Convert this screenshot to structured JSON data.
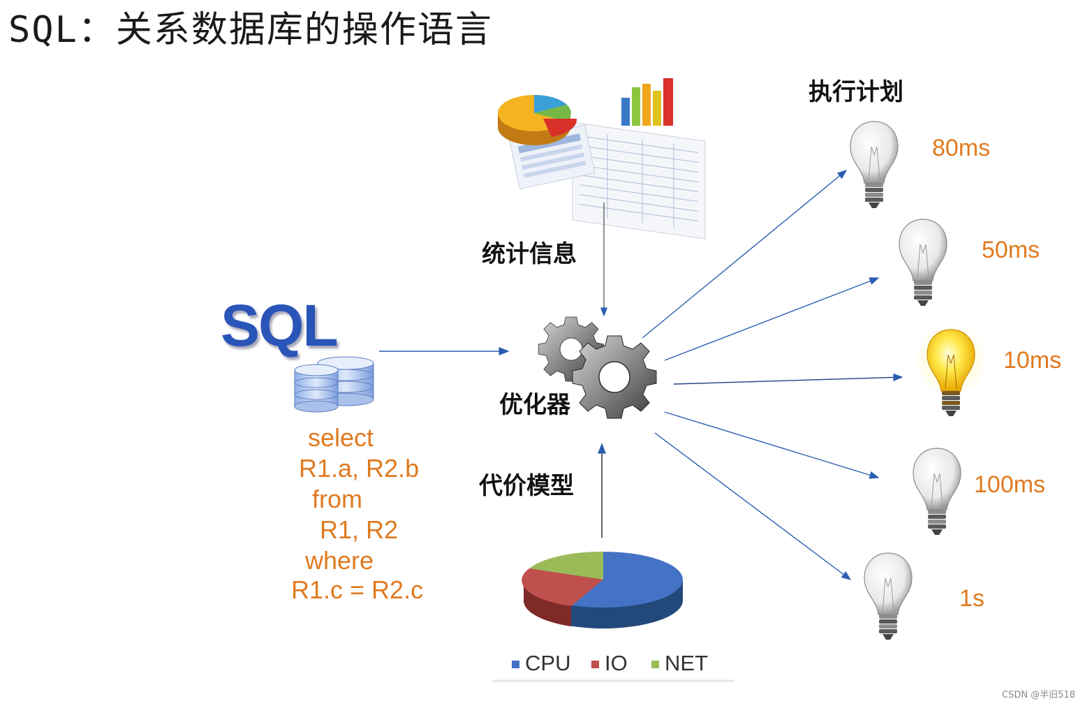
{
  "title": "SQL：关系数据库的操作语言",
  "labels": {
    "statistics": "统计信息",
    "optimizer": "优化器",
    "cost_model": "代价模型",
    "execution_plan": "执行计划"
  },
  "sql_logo": "SQL",
  "query_lines": [
    "select",
    "R1.a, R2.b",
    "from",
    "R1, R2",
    "where",
    "R1.c = R2.c"
  ],
  "plans": [
    {
      "time": "80ms",
      "lit": false
    },
    {
      "time": "50ms",
      "lit": false
    },
    {
      "time": "10ms",
      "lit": true
    },
    {
      "time": "100ms",
      "lit": false
    },
    {
      "time": "1s",
      "lit": false
    }
  ],
  "cost_legend": [
    {
      "label": "CPU",
      "color": "#4472c4"
    },
    {
      "label": "IO",
      "color": "#c0504d"
    },
    {
      "label": "NET",
      "color": "#9bbb59"
    }
  ],
  "watermark": "CSDN @半旧518"
}
